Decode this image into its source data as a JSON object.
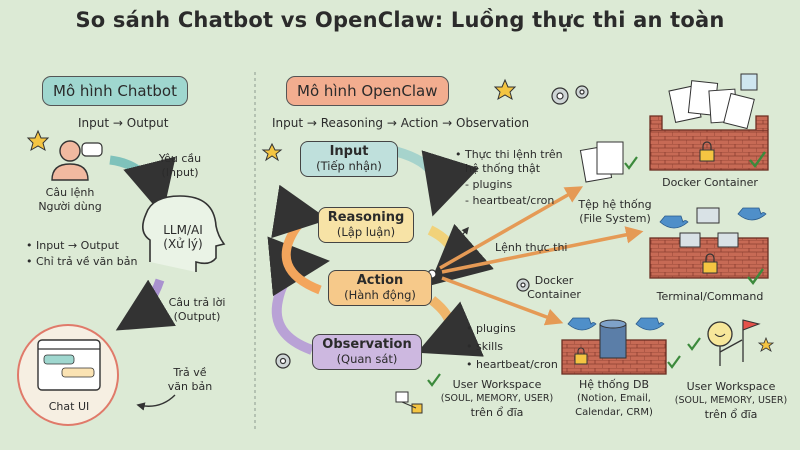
{
  "title": "So sánh Chatbot vs OpenClaw: Luồng thực thi an toàn",
  "chatbot": {
    "header": "Mô hình Chatbot",
    "flow": "Input → Output",
    "user_label_1": "Câu lệnh",
    "user_label_2": "Người dùng",
    "request_1": "Yêu cầu",
    "request_2": "(Input)",
    "llm_1": "LLM/AI",
    "llm_2": "(Xử lý)",
    "bullet_1": "• Input → Output",
    "bullet_2": "• Chỉ trả về văn bản",
    "answer_1": "Câu trả lời",
    "answer_2": "(Output)",
    "return_1": "Trả về",
    "return_2": "văn bản",
    "chat_ui": "Chat UI"
  },
  "openclaw": {
    "header": "Mô hình OpenClaw",
    "flow": "Input → Reasoning → Action → Observation",
    "steps": [
      {
        "title": "Input",
        "sub": "(Tiếp nhận)"
      },
      {
        "title": "Reasoning",
        "sub": "(Lập luận)"
      },
      {
        "title": "Action",
        "sub": "(Hành động)"
      },
      {
        "title": "Observation",
        "sub": "(Quan sát)"
      }
    ],
    "exec_1": "• Thực thi lệnh trên",
    "exec_2": "hệ thống thật",
    "exec_3": "- plugins",
    "exec_4": "- heartbeat/cron",
    "filesystem_1": "Tệp hệ thống",
    "filesystem_2": "(File System)",
    "command_label": "Lệnh thực thi",
    "docker_mid_1": "Docker",
    "docker_mid_2": "Container",
    "bullets": [
      "• plugins",
      "• skills",
      "• heartbeat/cron"
    ],
    "workspace_left_1": "User Workspace",
    "workspace_left_2": "(SOUL, MEMORY, USER)",
    "workspace_left_3": "trên ổ đĩa",
    "docker_container": "Docker Container",
    "terminal": "Terminal/Command",
    "db_1": "Hệ thống DB",
    "db_2": "(Notion, Email,",
    "db_3": "Calendar, CRM)",
    "workspace_right_1": "User Workspace",
    "workspace_right_2": "(SOUL, MEMORY, USER)",
    "workspace_right_3": "trên ổ đĩa"
  },
  "colors": {
    "background": "#dcead5",
    "chatbot_header": "#9fd7cf",
    "openclaw_header": "#f2ad8f",
    "input_box": "#bfe0dc",
    "reasoning_box": "#f7e3a6",
    "action_box": "#f6c98a",
    "observation_box": "#cdb8e0",
    "brick": "#c76a55",
    "check": "#3c8a3c"
  }
}
